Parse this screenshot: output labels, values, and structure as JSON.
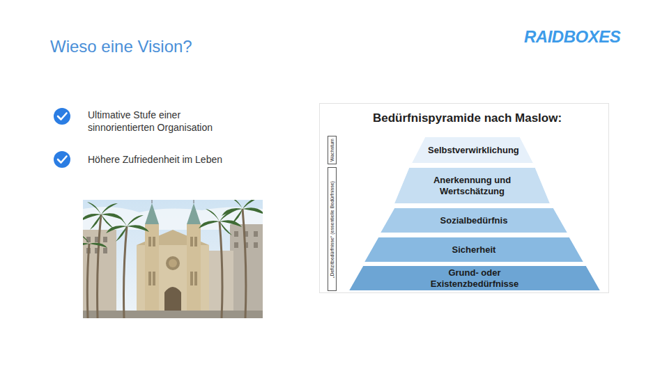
{
  "diagram": {
    "title": "Wieso eine Vision?",
    "nodes": [
      {
        "text": [
          "Wachstum"
        ]
      },
      {
        "text": [
          "Selbstverwirklichung"
        ]
      },
      {
        "text": [
          "„Defizitbedürfnisse“ (essentielle Bedürfnisse)"
        ]
      },
      {
        "text": [
          "Anerkennung und Wertschätzung"
        ]
      },
      {
        "text": [
          "Sozialbedürfnis"
        ]
      },
      {
        "text": [
          "Sicherheit"
        ]
      },
      {
        "text": [
          "Grund- oder Existenzbedürfnisse"
        ]
      }
    ],
    "labels": [
      "RAIDBOXES",
      "Ultimative Stufe einer sinnorientierten Organisation",
      "Höhere Zufriedenheit im Leben",
      "Bedürfnispyramide nach Maslow:"
    ]
  }
}
